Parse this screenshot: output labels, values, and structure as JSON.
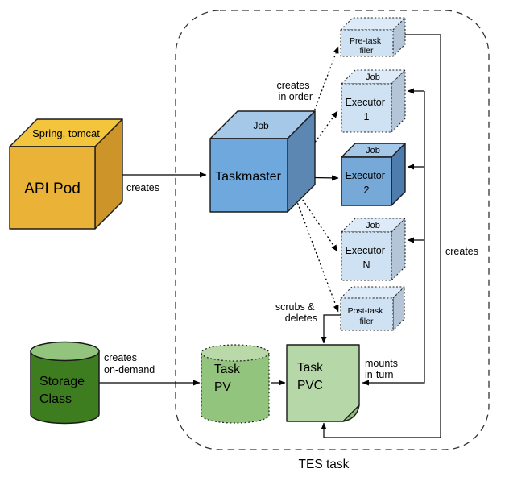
{
  "container": {
    "label": "TES task"
  },
  "nodes": {
    "api_pod": {
      "sublabel": "Spring, tomcat",
      "lines": [
        "API Pod"
      ]
    },
    "taskmaster": {
      "sublabel": "Job",
      "lines": [
        "Taskmaster"
      ]
    },
    "pre_task_filer": {
      "lines": [
        "Pre-task",
        "filer"
      ]
    },
    "executor_1": {
      "sublabel": "Job",
      "lines": [
        "Executor",
        "1"
      ]
    },
    "executor_2": {
      "sublabel": "Job",
      "lines": [
        "Executor",
        "2"
      ]
    },
    "executor_n": {
      "sublabel": "Job",
      "lines": [
        "Executor",
        "N"
      ]
    },
    "post_task_filer": {
      "lines": [
        "Post-task",
        "filer"
      ]
    },
    "storage_class": {
      "lines": [
        "Storage",
        "Class"
      ]
    },
    "task_pv": {
      "lines": [
        "Task",
        "PV"
      ]
    },
    "task_pvc": {
      "lines": [
        "Task",
        "PVC"
      ]
    }
  },
  "edges": {
    "api_creates": {
      "lines": [
        "creates"
      ]
    },
    "creates_in_order": {
      "lines": [
        "creates",
        "in order"
      ]
    },
    "creates_on_demand": {
      "lines": [
        "creates",
        "on-demand"
      ]
    },
    "scrubs_deletes": {
      "lines": [
        "scrubs &",
        "deletes"
      ]
    },
    "mounts_in_turn": {
      "lines": [
        "mounts",
        "in-turn"
      ]
    },
    "filer_creates": {
      "lines": [
        "creates"
      ]
    }
  },
  "colors": {
    "api_front": "#eab236",
    "api_top": "#f3c53d",
    "api_side": "#cd9429",
    "tm_front": "#6fa8dc",
    "tm_top": "#a6c8e8",
    "tm_side": "#5d87b3",
    "light_front": "#cfe2f3",
    "light_top": "#ddebf8",
    "light_side": "#b3c5d6",
    "ex2_front": "#76a9d8",
    "ex2_top": "#a6c8e8",
    "ex2_side": "#4e7dad",
    "storage_body": "#3d7d20",
    "storage_top": "#93c47d",
    "pv_body": "#93c47d",
    "pv_top": "#b9d9a9",
    "pvc_fill": "#b6d7a8",
    "pvc_fold": "#8fbf78",
    "outline": "#1a1a1a",
    "sub_label": "#595959",
    "text": "#000000"
  }
}
